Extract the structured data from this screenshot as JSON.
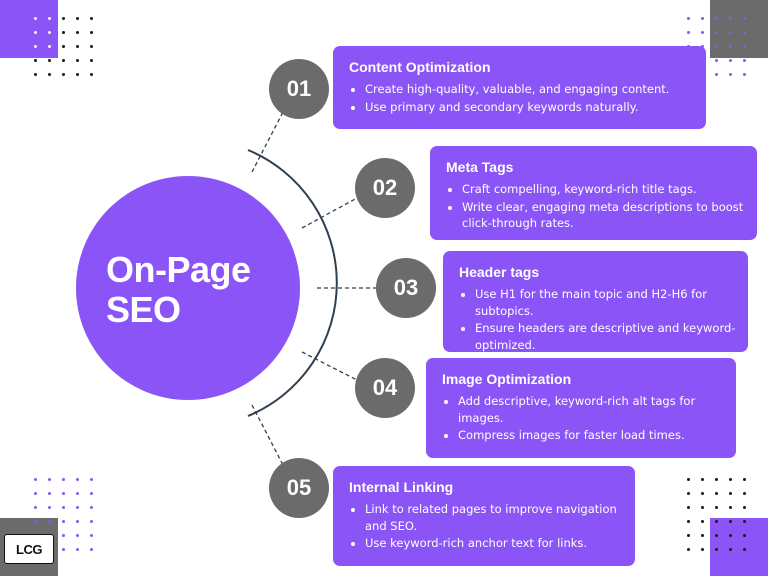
{
  "colors": {
    "purple": "#8b54f7",
    "gray": "#6b6b6b",
    "line": "#2f4050",
    "white": "#ffffff"
  },
  "hub": {
    "title": "On-Page\nSEO"
  },
  "steps": [
    {
      "number": "01",
      "title": "Content Optimization",
      "bullets": [
        "Create high-quality, valuable, and engaging content.",
        "Use primary and secondary keywords naturally."
      ]
    },
    {
      "number": "02",
      "title": "Meta Tags",
      "bullets": [
        "Craft compelling, keyword-rich title tags.",
        "Write clear, engaging meta descriptions to boost click-through rates."
      ]
    },
    {
      "number": "03",
      "title": "Header tags",
      "bullets": [
        "Use H1 for the main topic and H2-H6 for subtopics.",
        "Ensure headers are descriptive and keyword-optimized."
      ]
    },
    {
      "number": "04",
      "title": "Image Optimization",
      "bullets": [
        "Add descriptive, keyword-rich alt tags for images.",
        "Compress images for faster load times."
      ]
    },
    {
      "number": "05",
      "title": "Internal Linking",
      "bullets": [
        "Link to related pages to improve navigation and SEO.",
        "Use keyword-rich anchor text for links."
      ]
    }
  ],
  "logo": {
    "text": "LCG"
  }
}
